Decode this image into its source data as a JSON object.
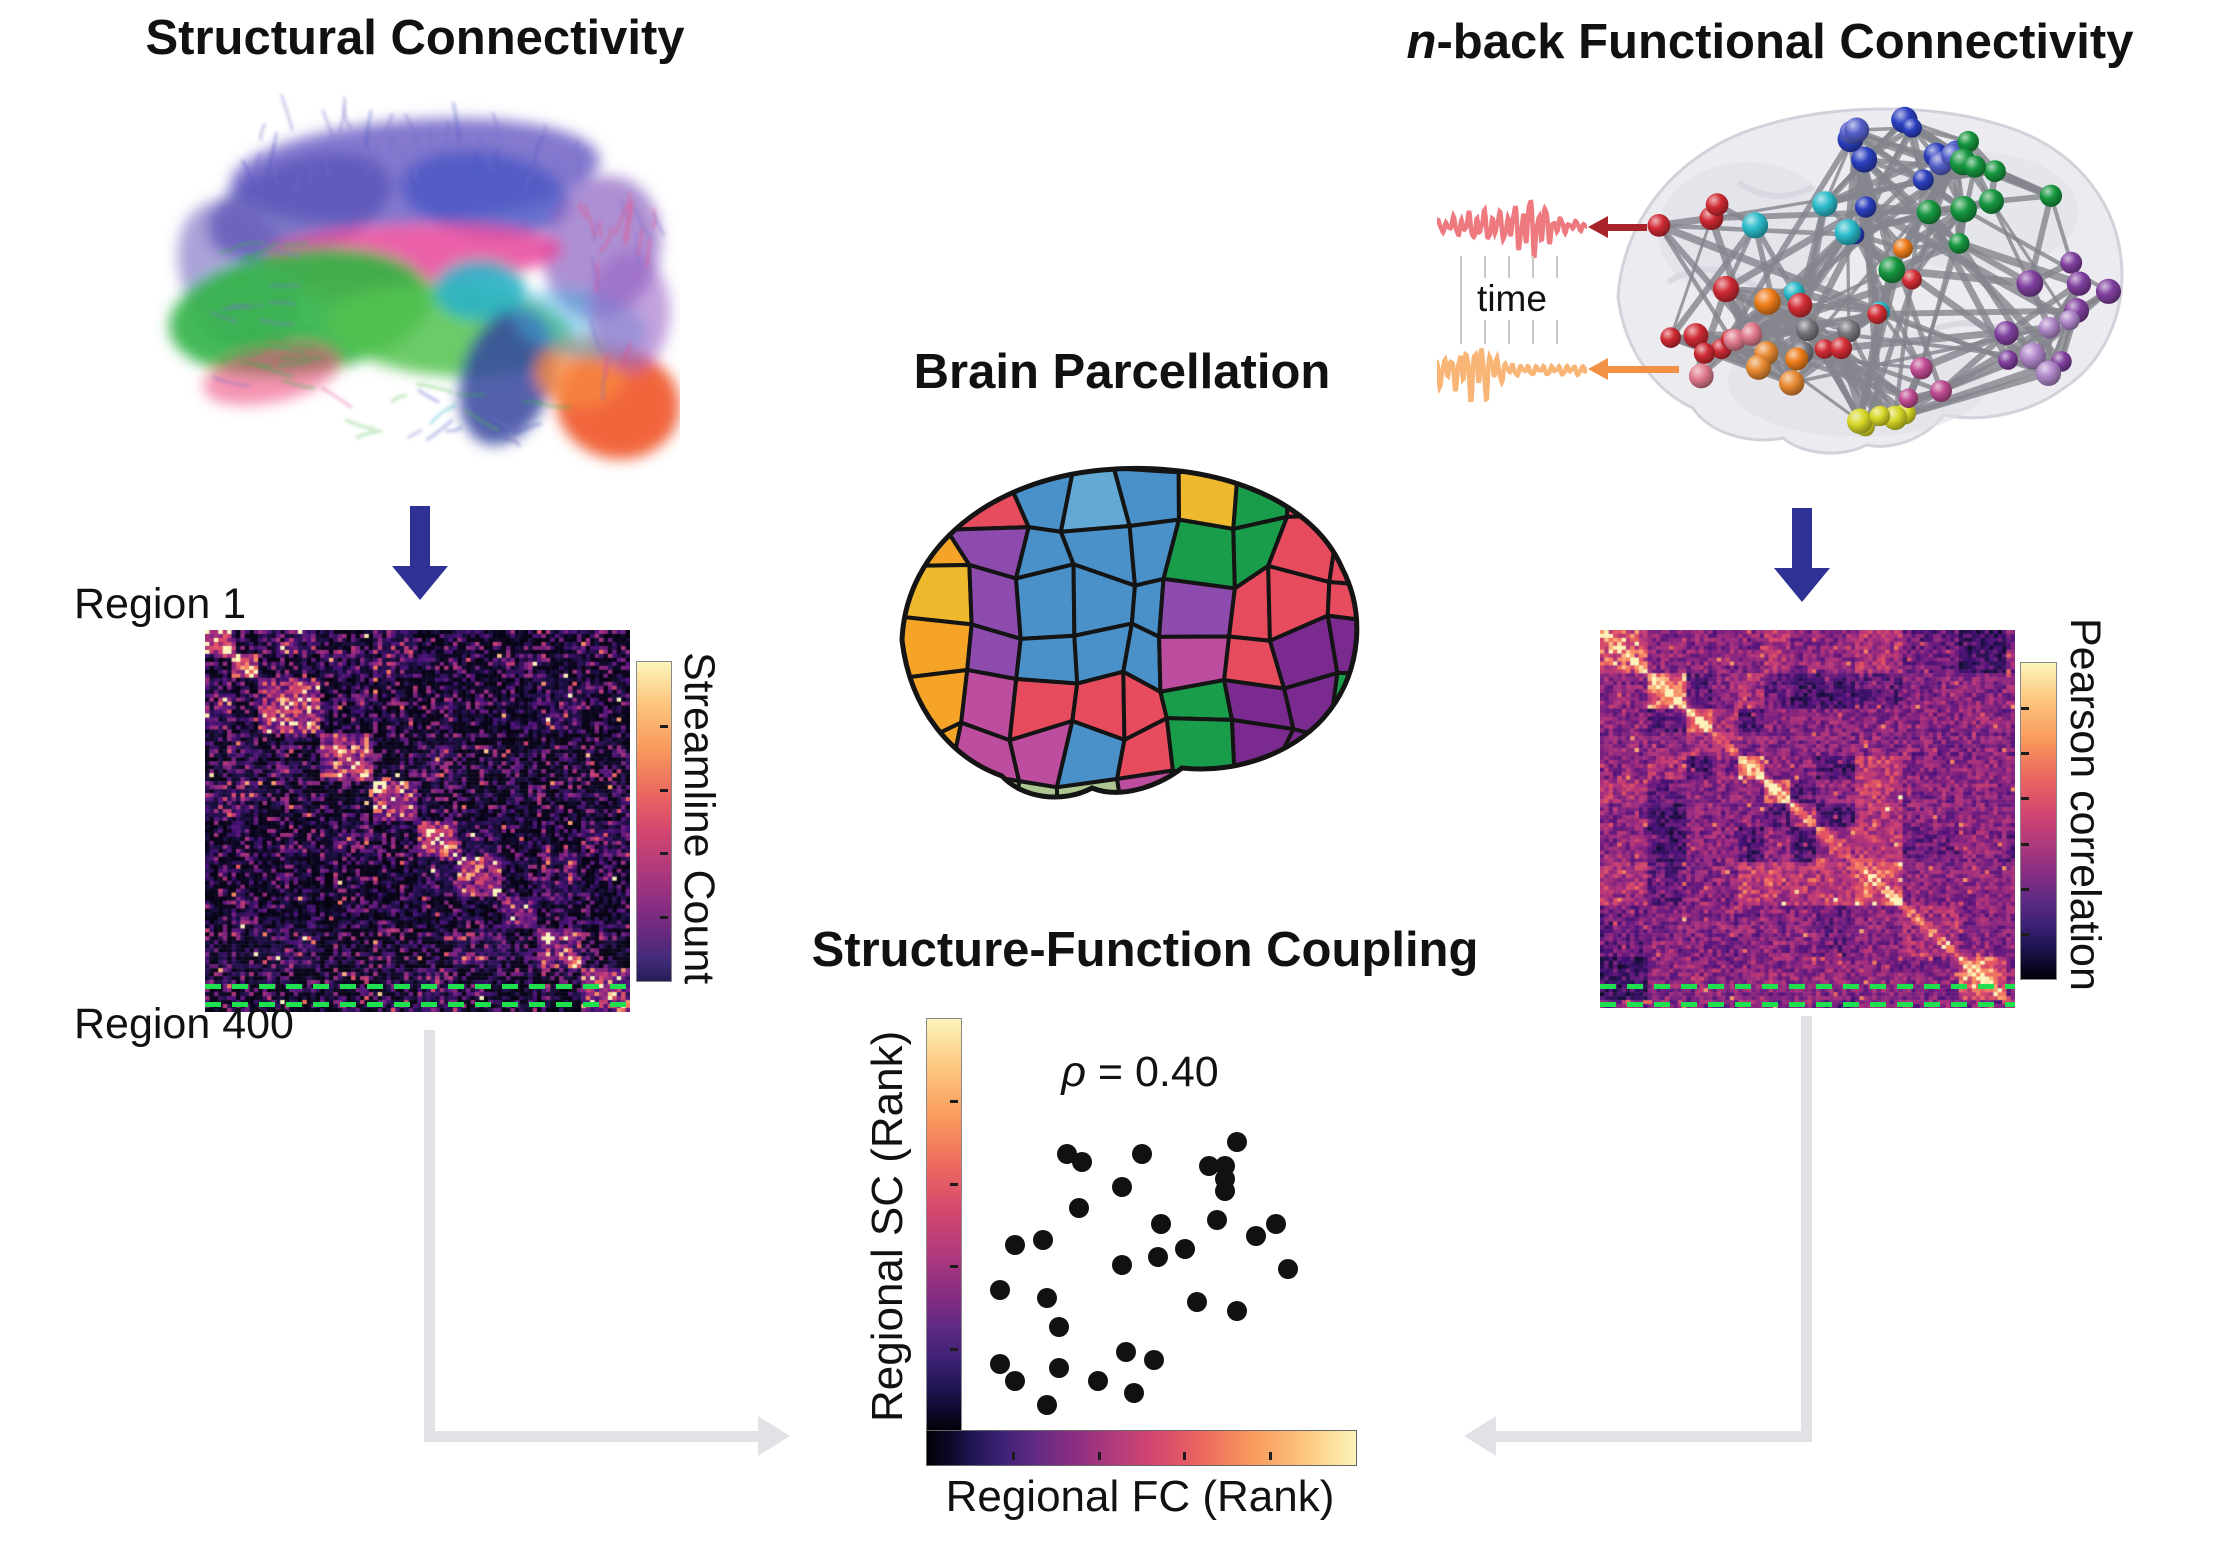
{
  "left_panel": {
    "title": "Structural Connectivity",
    "region_top_label": "Region 1",
    "region_bottom_label": "Region 400",
    "colorbar_label": "Streamline Count"
  },
  "center_panel": {
    "parcellation_title": "Brain Parcellation",
    "coupling_title": "Structure-Function Coupling",
    "rho_symbol": "ρ",
    "rho_value_text": " = 0.40"
  },
  "right_panel": {
    "title_italic": "n",
    "title_rest": "-back Functional Connectivity",
    "time_label": "time",
    "colorbar_label": "Pearson correlation"
  },
  "colors": {
    "arrow_blue": "#2f3295",
    "dashed_green": "#1fe14f",
    "connector_gray": "#e1e1e6",
    "signal_red_arrow": "#a8232b",
    "signal_orange_arrow": "#f29044",
    "wave_pink": "#ee7a80",
    "wave_orange": "#f8b576",
    "scatter_marker": "#111111"
  },
  "chart_data": {
    "type": "scatter",
    "title": "Structure-Function Coupling",
    "annotation": "ρ = 0.40",
    "correlation_rho": 0.4,
    "xlabel": "Regional FC (Rank)",
    "ylabel": "Regional SC (Rank)",
    "x_range": [
      0,
      100
    ],
    "y_range": [
      0,
      100
    ],
    "legend": "none",
    "grid": false,
    "marker_color": "#111111",
    "points": [
      [
        27,
        67
      ],
      [
        31,
        65
      ],
      [
        46,
        67
      ],
      [
        63,
        64
      ],
      [
        67,
        64
      ],
      [
        70,
        70
      ],
      [
        67,
        61
      ],
      [
        67,
        58
      ],
      [
        41,
        59
      ],
      [
        30,
        54
      ],
      [
        51,
        50
      ],
      [
        65,
        51
      ],
      [
        75,
        47
      ],
      [
        80,
        50
      ],
      [
        14,
        45
      ],
      [
        21,
        46
      ],
      [
        57,
        44
      ],
      [
        50,
        42
      ],
      [
        41,
        40
      ],
      [
        10,
        34
      ],
      [
        22,
        32
      ],
      [
        60,
        31
      ],
      [
        70,
        29
      ],
      [
        83,
        39
      ],
      [
        25,
        25
      ],
      [
        10,
        16
      ],
      [
        14,
        12
      ],
      [
        25,
        15
      ],
      [
        35,
        12
      ],
      [
        42,
        19
      ],
      [
        49,
        17
      ],
      [
        44,
        9
      ],
      [
        22,
        6
      ]
    ]
  }
}
